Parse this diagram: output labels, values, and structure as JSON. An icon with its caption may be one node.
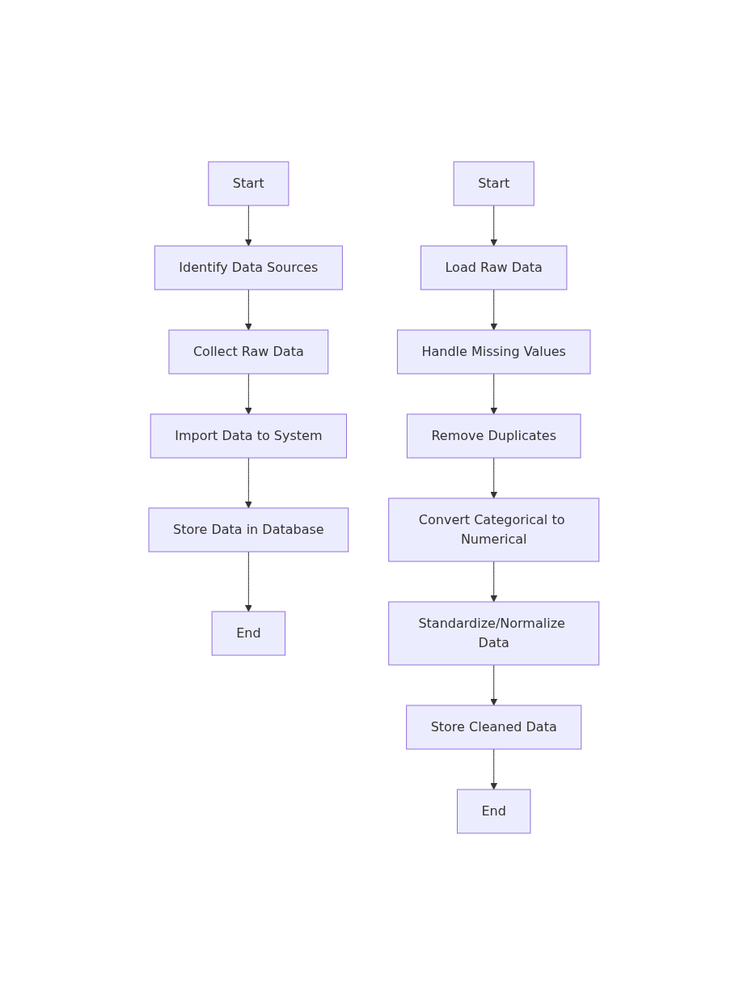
{
  "diagram": {
    "nodes": [
      {
        "text": [
          "Start"
        ]
      },
      {
        "text": [
          "Identify Data Sources"
        ]
      },
      {
        "text": [
          "Collect Raw Data"
        ]
      },
      {
        "text": [
          "Import Data to System"
        ]
      },
      {
        "text": [
          "Store Data in Database"
        ]
      },
      {
        "text": [
          "End"
        ]
      },
      {
        "text": [
          "Start"
        ]
      },
      {
        "text": [
          "Load Raw Data"
        ]
      },
      {
        "text": [
          "Handle Missing Values"
        ]
      },
      {
        "text": [
          "Remove Duplicates"
        ]
      },
      {
        "text": [
          "Convert Categorical to Numerical"
        ]
      },
      {
        "text": [
          "Standardize/Normalize Data"
        ]
      },
      {
        "text": [
          "Store Cleaned Data"
        ]
      },
      {
        "text": [
          "End"
        ]
      }
    ],
    "edges": [
      {
        "from": 0,
        "to": 1,
        "arrow": "to"
      },
      {
        "from": 1,
        "to": 2,
        "arrow": "to"
      },
      {
        "from": 2,
        "to": 3,
        "arrow": "to"
      },
      {
        "from": 3,
        "to": 4,
        "arrow": "to"
      },
      {
        "from": 4,
        "to": 5,
        "arrow": "to"
      },
      {
        "from": 6,
        "to": 7,
        "arrow": "to"
      },
      {
        "from": 7,
        "to": 8,
        "arrow": "to"
      },
      {
        "from": 8,
        "to": 9,
        "arrow": "to"
      },
      {
        "from": 9,
        "to": 10,
        "arrow": "to"
      },
      {
        "from": 10,
        "to": 11,
        "arrow": "to"
      },
      {
        "from": 11,
        "to": 12,
        "arrow": "to"
      },
      {
        "from": 12,
        "to": 13,
        "arrow": "to"
      }
    ]
  }
}
